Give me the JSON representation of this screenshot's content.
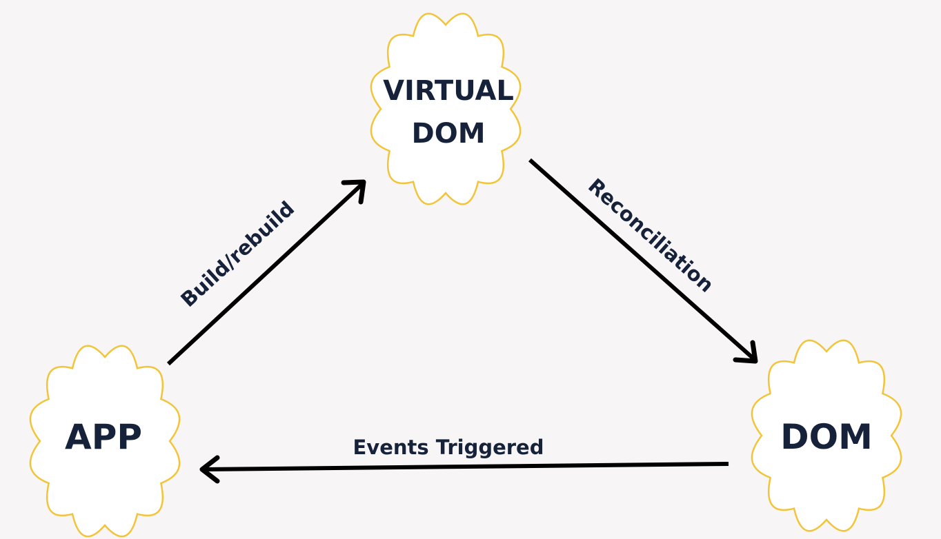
{
  "nodes": {
    "virtual_dom": {
      "line1": "VIRTUAL",
      "line2": "DOM"
    },
    "dom": {
      "label": "DOM"
    },
    "app": {
      "label": "APP"
    }
  },
  "edges": {
    "build": {
      "label": "Build/rebuild"
    },
    "reconciliation": {
      "label": "Reconciliation"
    },
    "events": {
      "label": "Events Triggered"
    }
  },
  "colors": {
    "background": "#f7f5f5",
    "cloud_fill": "#ffffff",
    "cloud_outline": "#f2c439",
    "text": "#16213a",
    "arrow": "#000000"
  }
}
